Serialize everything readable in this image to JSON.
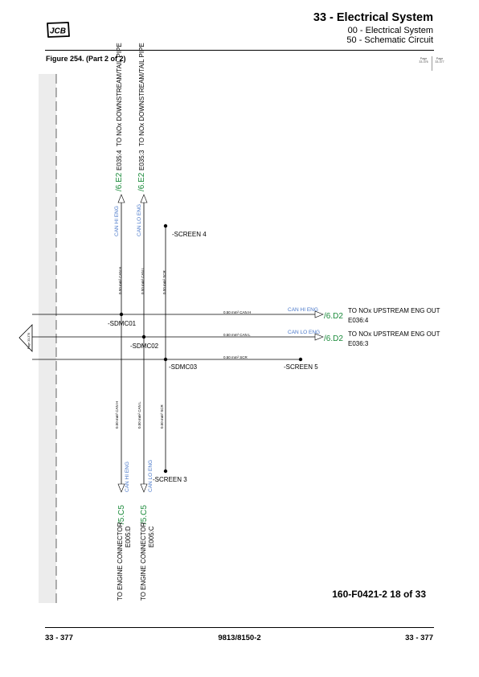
{
  "header": {
    "section_title": "33 - Electrical System",
    "subsection_1": "00 - Electrical System",
    "subsection_2": "50 - Schematic Circuit",
    "logo_text": "JCB"
  },
  "figure_title": "Figure 254. (Part 2 of 2)",
  "page_refs": [
    {
      "line1": "Page",
      "line2": "33-376"
    },
    {
      "line1": "Page",
      "line2": "33-377"
    }
  ],
  "offpage_ref": "Page 33-376",
  "diagram_id": "160-F0421-2 18 of 33",
  "footer": {
    "left": "33 - 377",
    "center": "9813/8150-2",
    "right": "33 - 377"
  },
  "diagram": {
    "top_wires": [
      {
        "name": "TO NOx DOWNSTREAM/TAIL PIPE",
        "conn": "E035:4",
        "ref": "/6.E2",
        "signal": "CAN HI ENG",
        "label": "0.50 mm² CAN H"
      },
      {
        "name": "TO NOx DOWNSTREAM/TAIL PIPE",
        "conn": "E035:3",
        "ref": "/6.E2",
        "signal": "CAN LO ENG",
        "label": "0.50 mm² CAN L"
      },
      {
        "screen": "-SCREEN 4",
        "label": "0.50 mm² SCR"
      }
    ],
    "bottom_wires": [
      {
        "name": "TO ENGINE CONNECTOR",
        "conn": "E005:D",
        "ref": "/5.C5",
        "signal": "CAN HI ENG",
        "label": "0.50 mm² CAN H"
      },
      {
        "name": "TO ENGINE CONNECTOR",
        "conn": "E005:C",
        "ref": "/5.C5",
        "signal": "CAN LO ENG",
        "label": "0.50 mm² CAN L"
      },
      {
        "screen": "-SCREEN 3",
        "label": "0.50 mm² SCR"
      }
    ],
    "splices": [
      "-SDMC01",
      "-SDMC02",
      "-SDMC03"
    ],
    "right_wires": [
      {
        "label": "0.50 mm² CAN H",
        "signal": "CAN HI ENG",
        "ref": "/6.D2",
        "name": "TO NOx UPSTREAM ENG OUT",
        "conn": "E036:4"
      },
      {
        "label": "0.50 mm² CAN L",
        "signal": "CAN LO ENG",
        "ref": "/6.D2",
        "name": "TO NOx UPSTREAM ENG OUT",
        "conn": "E036:3"
      },
      {
        "label": "0.50 mm² SCR",
        "screen": "-SCREEN 5"
      }
    ]
  }
}
